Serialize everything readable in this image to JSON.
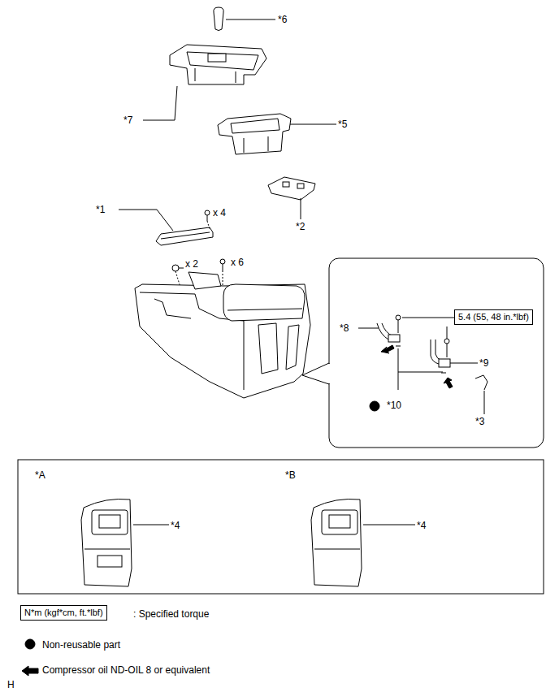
{
  "diagram": {
    "nodes": [
      {
        "text": [
          "5.4 (55, 48 in.*lbf)"
        ]
      },
      {
        "text": [
          "N*m (kgf*cm, ft.*lbf)"
        ]
      }
    ],
    "labels": [
      "*6",
      "*7",
      "*5",
      "*1",
      "x 4",
      "*2",
      "x 2",
      "x 6",
      "*8",
      "*9",
      "*10",
      "*3",
      "*A",
      "*4",
      "*B",
      "*4",
      "H"
    ],
    "legend": [
      {
        "text": ": Specified torque"
      },
      {
        "text": "Non-reusable part"
      },
      {
        "text": "Compressor oil ND-OIL 8 or equivalent"
      }
    ]
  }
}
